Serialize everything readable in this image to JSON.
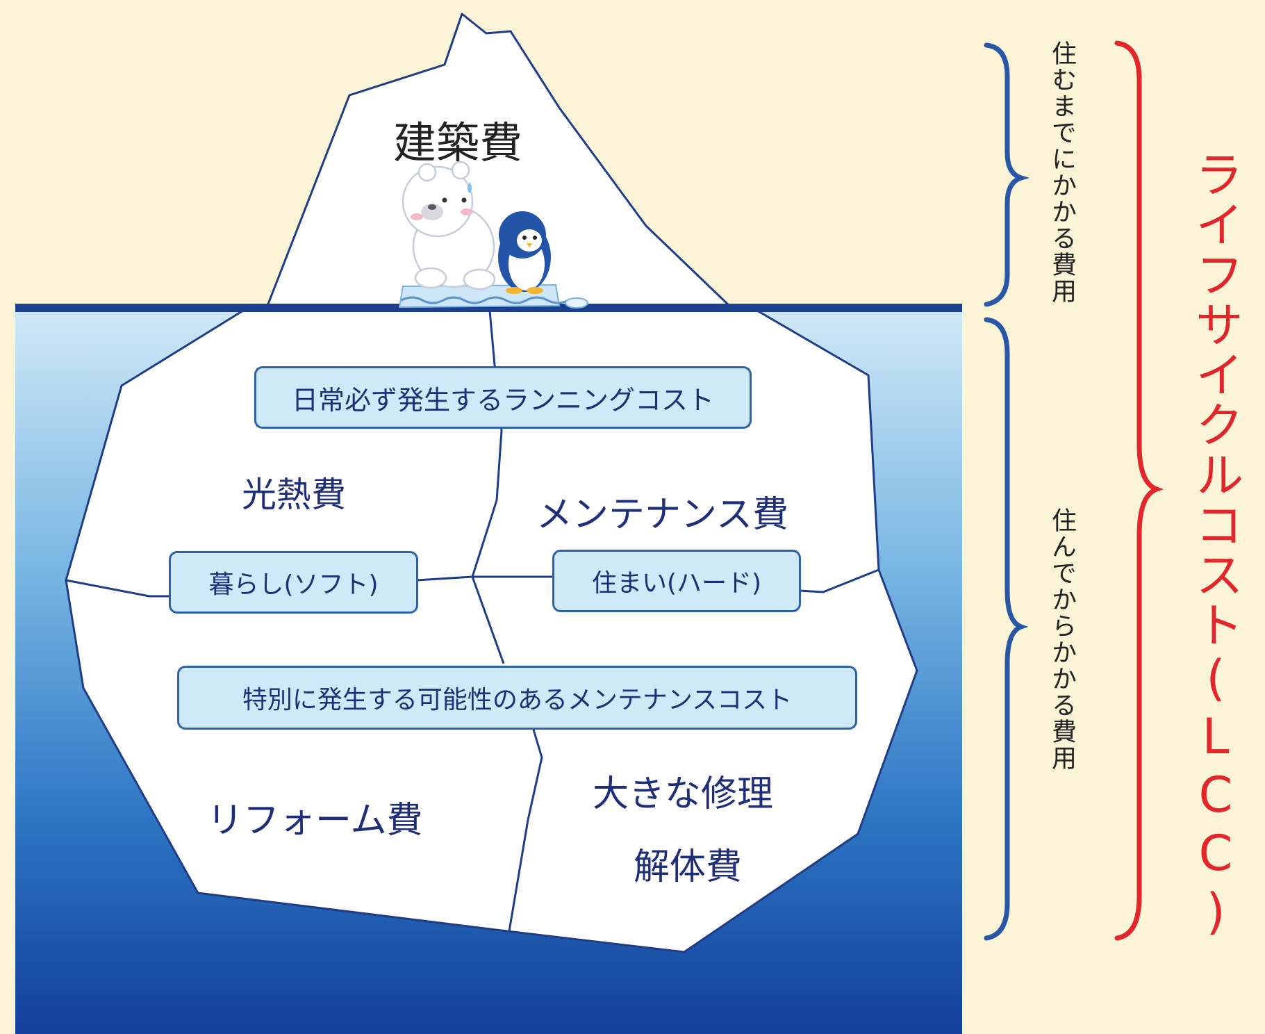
{
  "top_label": "建築費",
  "running_cost_box": "日常必ず発生するランニングコスト",
  "utility_cost": "光熱費",
  "maintenance_cost": "メンテナンス費",
  "lifestyle_box": "暮らし(ソフト)",
  "housing_box": "住まい(ハード)",
  "special_cost_box": "特別に発生する可能性のあるメンテナンスコスト",
  "reform_cost": "リフォーム費",
  "major_repair": "大きな修理",
  "demolition_cost": "解体費",
  "pre_living_cost": "住むまでにかかる費用",
  "post_living_cost": "住んでからかかる費用",
  "lifecycle_cost": "ライフサイクルコスト(LCC)",
  "colors": {
    "background": "#fbf4d6",
    "navy_text": "#1e2f78",
    "water_line": "#1d3f8f",
    "brace_blue": "#2a56a6",
    "brace_red": "#e3262b",
    "box_fill": "#cfe9f8"
  }
}
